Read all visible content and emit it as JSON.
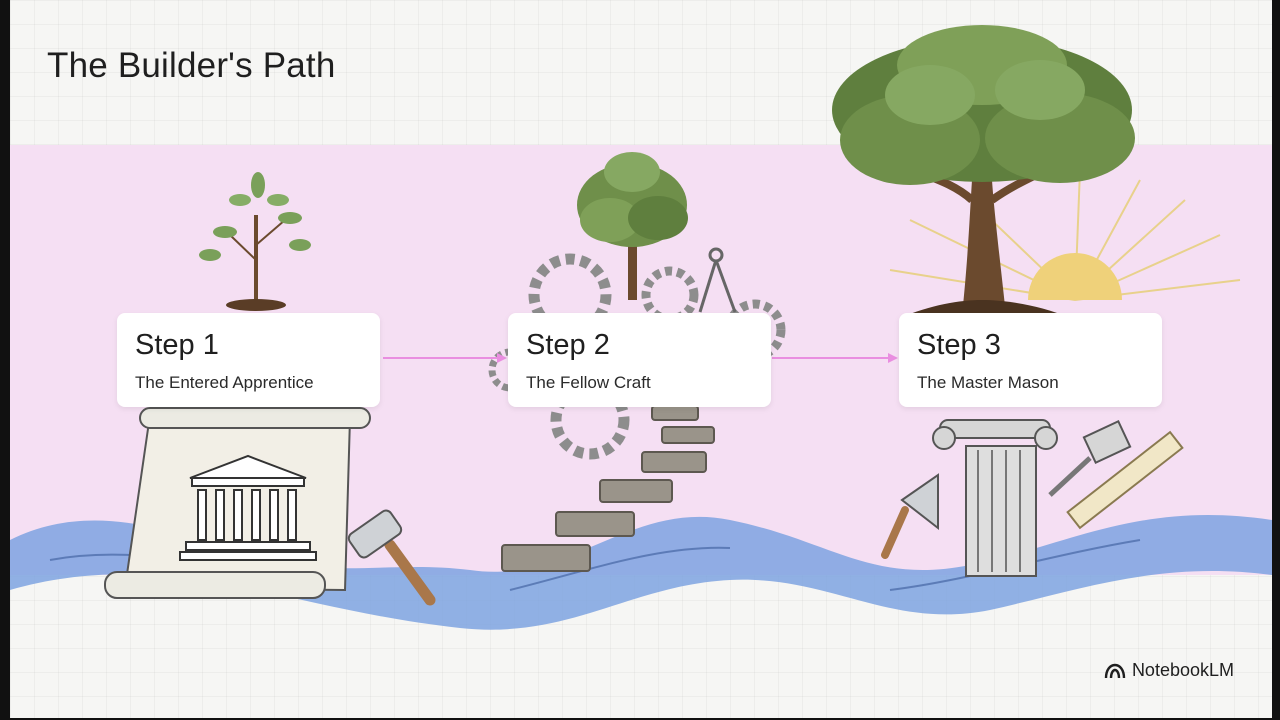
{
  "title": "The Builder's Path",
  "steps": [
    {
      "label": "Step 1",
      "name": "The Entered Apprentice"
    },
    {
      "label": "Step 2",
      "name": "The Fellow Craft"
    },
    {
      "label": "Step 3",
      "name": "The Master Mason"
    }
  ],
  "brand": {
    "name": "NotebookLM",
    "icon": "notebooklm-logo-icon"
  },
  "colors": {
    "band": "#f5dff3",
    "connector": "#e98ee0",
    "river": "#6f93d6"
  }
}
